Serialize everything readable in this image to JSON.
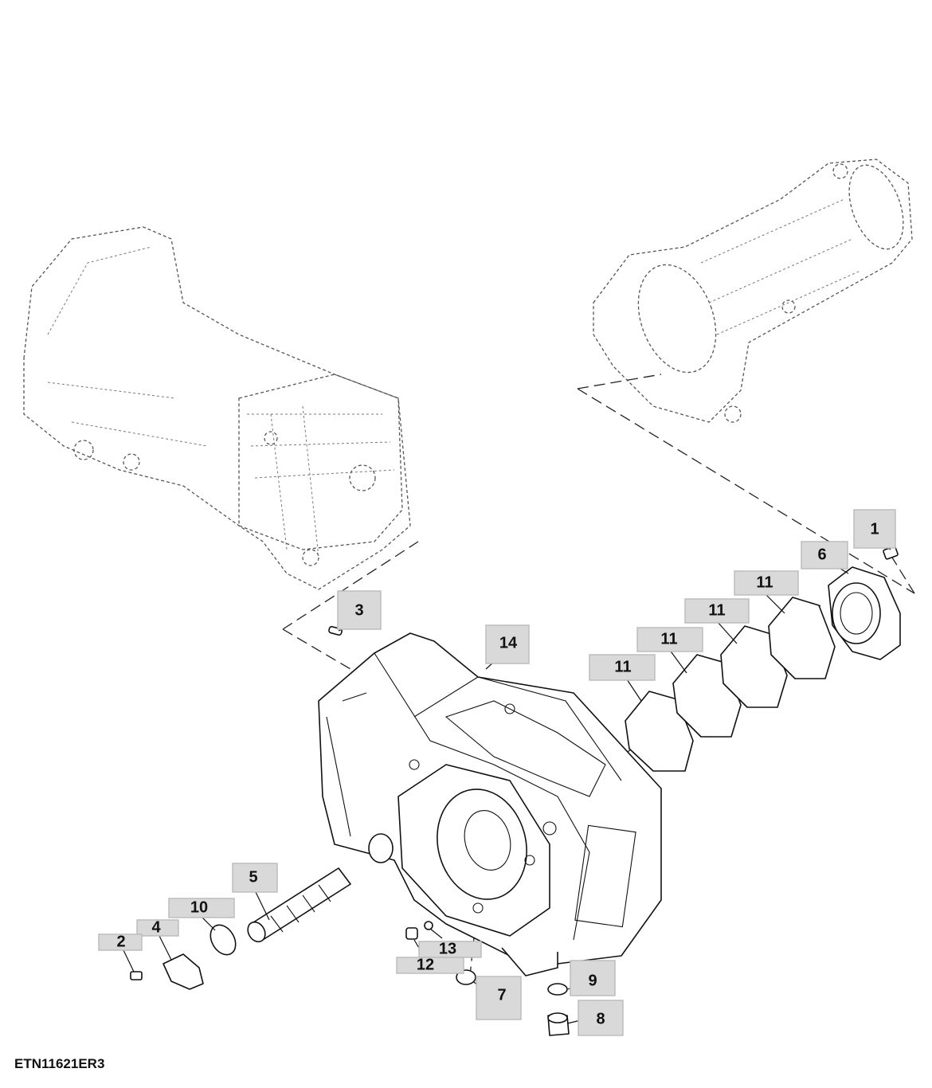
{
  "figure_id": "ETN11621ER3",
  "callouts": [
    "1",
    "2",
    "3",
    "4",
    "5",
    "6",
    "7",
    "8",
    "9",
    "10",
    "11",
    "11",
    "11",
    "11",
    "12",
    "13",
    "14"
  ]
}
